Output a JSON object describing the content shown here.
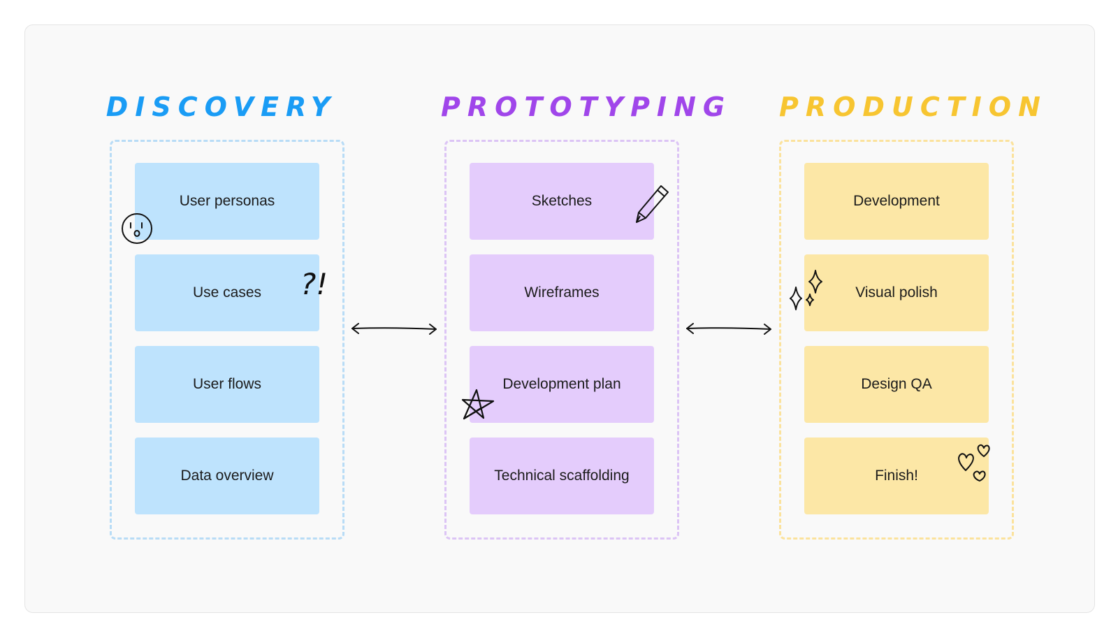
{
  "colors": {
    "board_bg": "#f9f9f9",
    "discovery_accent": "#1a9cf5",
    "discovery_border": "#b8dcf6",
    "discovery_card": "#bee3fd",
    "prototyping_accent": "#a046ea",
    "prototyping_border": "#dcc4f5",
    "prototyping_card": "#e4ccfc",
    "production_accent": "#f7c531",
    "production_border": "#fbe29c",
    "production_card": "#fce7a6"
  },
  "columns": [
    {
      "title": "DISCOVERY",
      "cards": [
        "User personas",
        "Use cases",
        "User flows",
        "Data overview"
      ]
    },
    {
      "title": "PROTOTYPING",
      "cards": [
        "Sketches",
        "Wireframes",
        "Development plan",
        "Technical scaffolding"
      ]
    },
    {
      "title": "PRODUCTION",
      "cards": [
        "Development",
        "Visual polish",
        "Design QA",
        "Finish!"
      ]
    }
  ],
  "annotations": {
    "use_cases_mark": "?!"
  },
  "doodles": [
    "surprised-face-icon",
    "question-exclamation-mark",
    "pencil-icon",
    "star-icon",
    "sparkles-icon",
    "hearts-icon"
  ],
  "connectors": [
    "double-arrow-discovery-prototyping",
    "double-arrow-prototyping-production"
  ]
}
